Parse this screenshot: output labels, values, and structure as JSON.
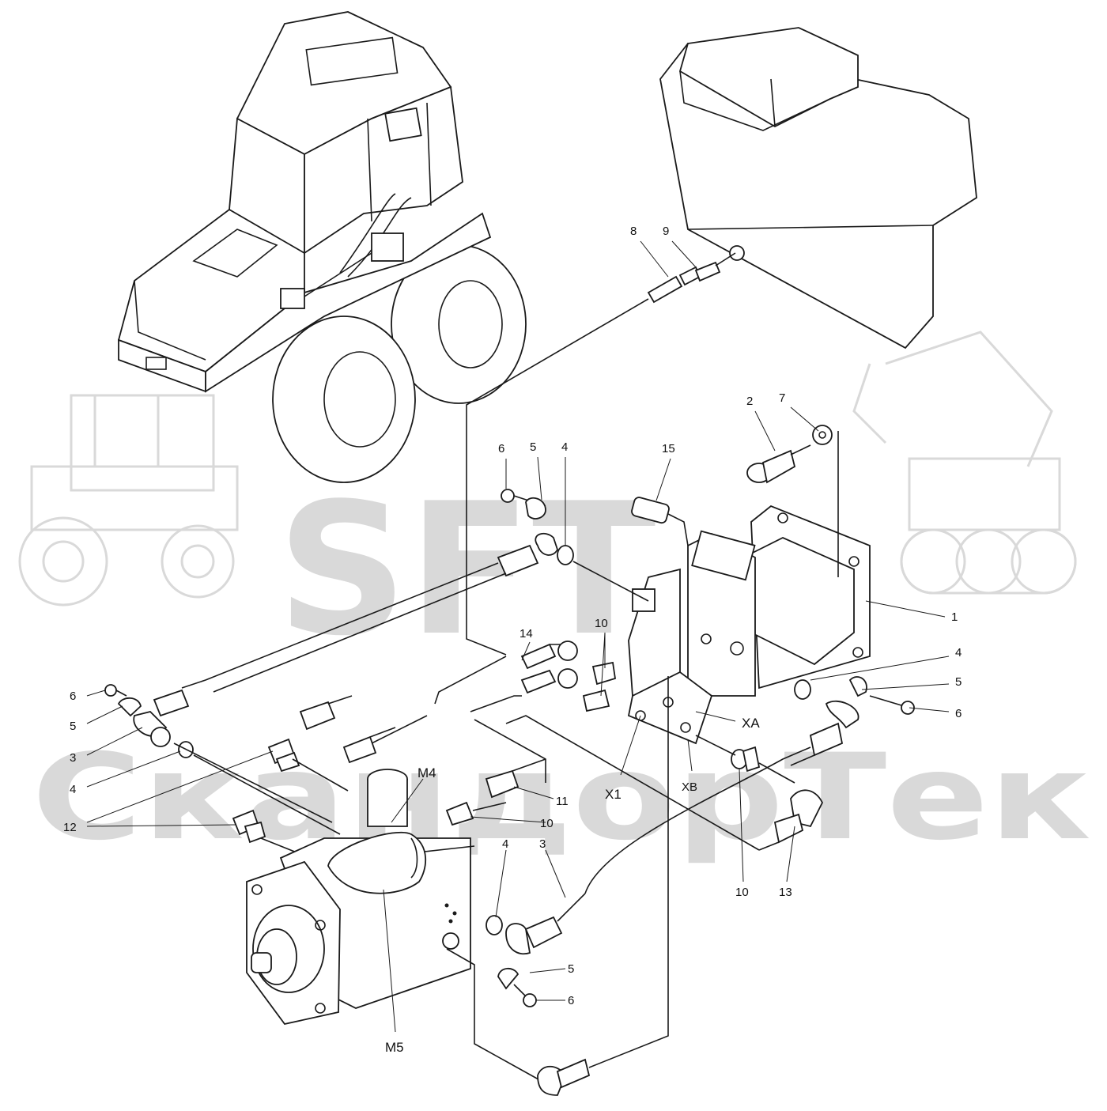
{
  "watermark": {
    "logo_text": "SFT",
    "brand_text": "СкандорТек",
    "color": "#d9d9d9"
  },
  "callouts": [
    {
      "id": "c8",
      "text": "8"
    },
    {
      "id": "c9",
      "text": "9"
    },
    {
      "id": "c2",
      "text": "2"
    },
    {
      "id": "c7",
      "text": "7"
    },
    {
      "id": "c15",
      "text": "15"
    },
    {
      "id": "c6a",
      "text": "6"
    },
    {
      "id": "c5a",
      "text": "5"
    },
    {
      "id": "c4a",
      "text": "4"
    },
    {
      "id": "c1",
      "text": "1"
    },
    {
      "id": "c14",
      "text": "14"
    },
    {
      "id": "c10a",
      "text": "10"
    },
    {
      "id": "c4b",
      "text": "4"
    },
    {
      "id": "c5b",
      "text": "5"
    },
    {
      "id": "c6b",
      "text": "6"
    },
    {
      "id": "cXA",
      "text": "XA"
    },
    {
      "id": "cXB",
      "text": "XB"
    },
    {
      "id": "cX1",
      "text": "X1"
    },
    {
      "id": "c6c",
      "text": "6"
    },
    {
      "id": "c5c",
      "text": "5"
    },
    {
      "id": "c3a",
      "text": "3"
    },
    {
      "id": "c4c",
      "text": "4"
    },
    {
      "id": "c12",
      "text": "12"
    },
    {
      "id": "cM4",
      "text": "M4"
    },
    {
      "id": "c11",
      "text": "11"
    },
    {
      "id": "c10b",
      "text": "10"
    },
    {
      "id": "c4d",
      "text": "4"
    },
    {
      "id": "c3b",
      "text": "3"
    },
    {
      "id": "c10c",
      "text": "10"
    },
    {
      "id": "c13",
      "text": "13"
    },
    {
      "id": "c5d",
      "text": "5"
    },
    {
      "id": "c6d",
      "text": "6"
    },
    {
      "id": "cM5",
      "text": "M5"
    }
  ]
}
